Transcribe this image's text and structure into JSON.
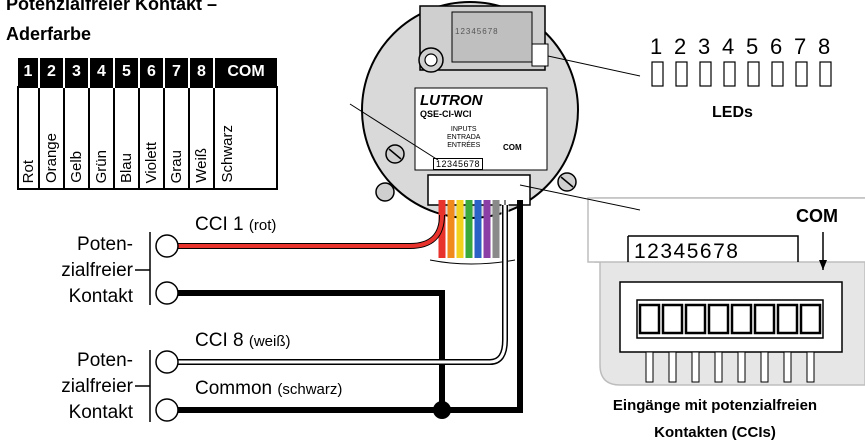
{
  "title_line1": "Potenzialfreier Kontakt –",
  "title_line2": "Aderfarbe",
  "table": {
    "headers": [
      "1",
      "2",
      "3",
      "4",
      "5",
      "6",
      "7",
      "8",
      "COM"
    ],
    "colors": [
      "Rot",
      "Orange",
      "Gelb",
      "Grün",
      "Blau",
      "Violett",
      "Grau",
      "Weiß",
      "Schwarz"
    ]
  },
  "device": {
    "brand": "LUTRON",
    "model": "QSE-CI-WCI",
    "inputs_lines": [
      "INPUTS",
      "ENTRADA",
      "ENTRÉES"
    ],
    "terminal_numbers": "12345678",
    "com_label": "COM",
    "dip_numbers": "12345678"
  },
  "leds": {
    "numbers": [
      "1",
      "2",
      "3",
      "4",
      "5",
      "6",
      "7",
      "8"
    ],
    "label": "LEDs"
  },
  "wires": {
    "cci1": "CCI 1",
    "cci1_color": "(rot)",
    "cci8": "CCI 8",
    "cci8_color": "(weiß)",
    "common": "Common",
    "common_color": "(schwarz)"
  },
  "contacts": [
    {
      "line1": "Poten-",
      "line2": "zialfreier",
      "line3": "Kontakt"
    },
    {
      "line1": "Poten-",
      "line2": "zialfreier",
      "line3": "Kontakt"
    }
  ],
  "connector_detail": {
    "com_label": "COM",
    "numbers": "12345678",
    "caption_line1": "Eingänge mit potenzialfreien",
    "caption_line2": "Kontakten (CCIs)"
  },
  "wire_colors": [
    "#e8322c",
    "#f08a1c",
    "#f2d21d",
    "#3aa93b",
    "#2a62c6",
    "#8b3fa6",
    "#8a8a8a",
    "#ffffff"
  ]
}
